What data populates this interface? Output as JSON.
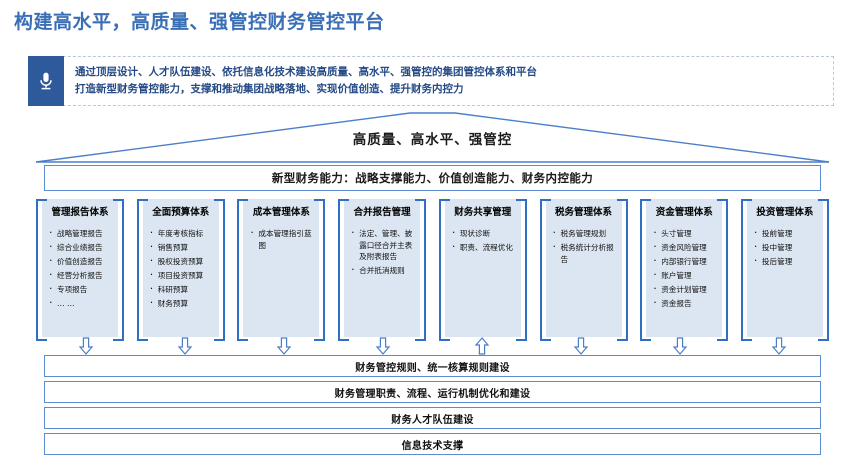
{
  "page_title": "构建高水平，高质量、强管控财务管控平台",
  "accent_color": "#3a6fb5",
  "callout": {
    "icon": "microphone-icon",
    "icon_bg": "#2e5a9c",
    "line1": "通过顶层设计、人才队伍建设、依托信息化技术建设高质量、高水平、强管控的集团管控体系和平台",
    "line2": "打造新型财务管控能力，支撑和推动集团战略落地、实现价值创造、提升财务内控力"
  },
  "roof_label": "高质量、高水平、强管控",
  "capability_bar": "新型财务能力：战略支撑能力、价值创造能力、财务内控能力",
  "columns": [
    {
      "title": "管理报告体系",
      "items": [
        "战略管理报告",
        "综合业绩报告",
        "价值创造报告",
        "经营分析报告",
        "专项报告",
        "… …"
      ],
      "arrow": "down"
    },
    {
      "title": "全面预算体系",
      "items": [
        "年度考核指标",
        "销售预算",
        "股权投资预算",
        "项目投资预算",
        "科研预算",
        "财务预算"
      ],
      "arrow": "down"
    },
    {
      "title": "成本管理体系",
      "items": [
        "成本管理指引蓝图"
      ],
      "arrow": "down"
    },
    {
      "title": "合并报告管理",
      "items": [
        "法定、管理、披露口径合并主表及附表报告",
        "合并抵消规则"
      ],
      "arrow": "down"
    },
    {
      "title": "财务共享管理",
      "items": [
        "现状诊断",
        "职责、流程优化"
      ],
      "arrow": "up"
    },
    {
      "title": "税务管理体系",
      "items": [
        "税务管理规划",
        "税务统计分析报告"
      ],
      "arrow": "down"
    },
    {
      "title": "资金管理体系",
      "items": [
        "头寸管理",
        "资金风险管理",
        "内部银行管理",
        "账户管理",
        "资金计划管理",
        "资金报告"
      ],
      "arrow": "down"
    },
    {
      "title": "投资管理体系",
      "items": [
        "投前管理",
        "投中管理",
        "投后管理"
      ],
      "arrow": "down"
    }
  ],
  "bottom_bars": [
    "财务管控规则、统一核算规则建设",
    "财务管理职责、流程、运行机制优化和建设",
    "财务人才队伍建设",
    "信息技术支撑"
  ]
}
